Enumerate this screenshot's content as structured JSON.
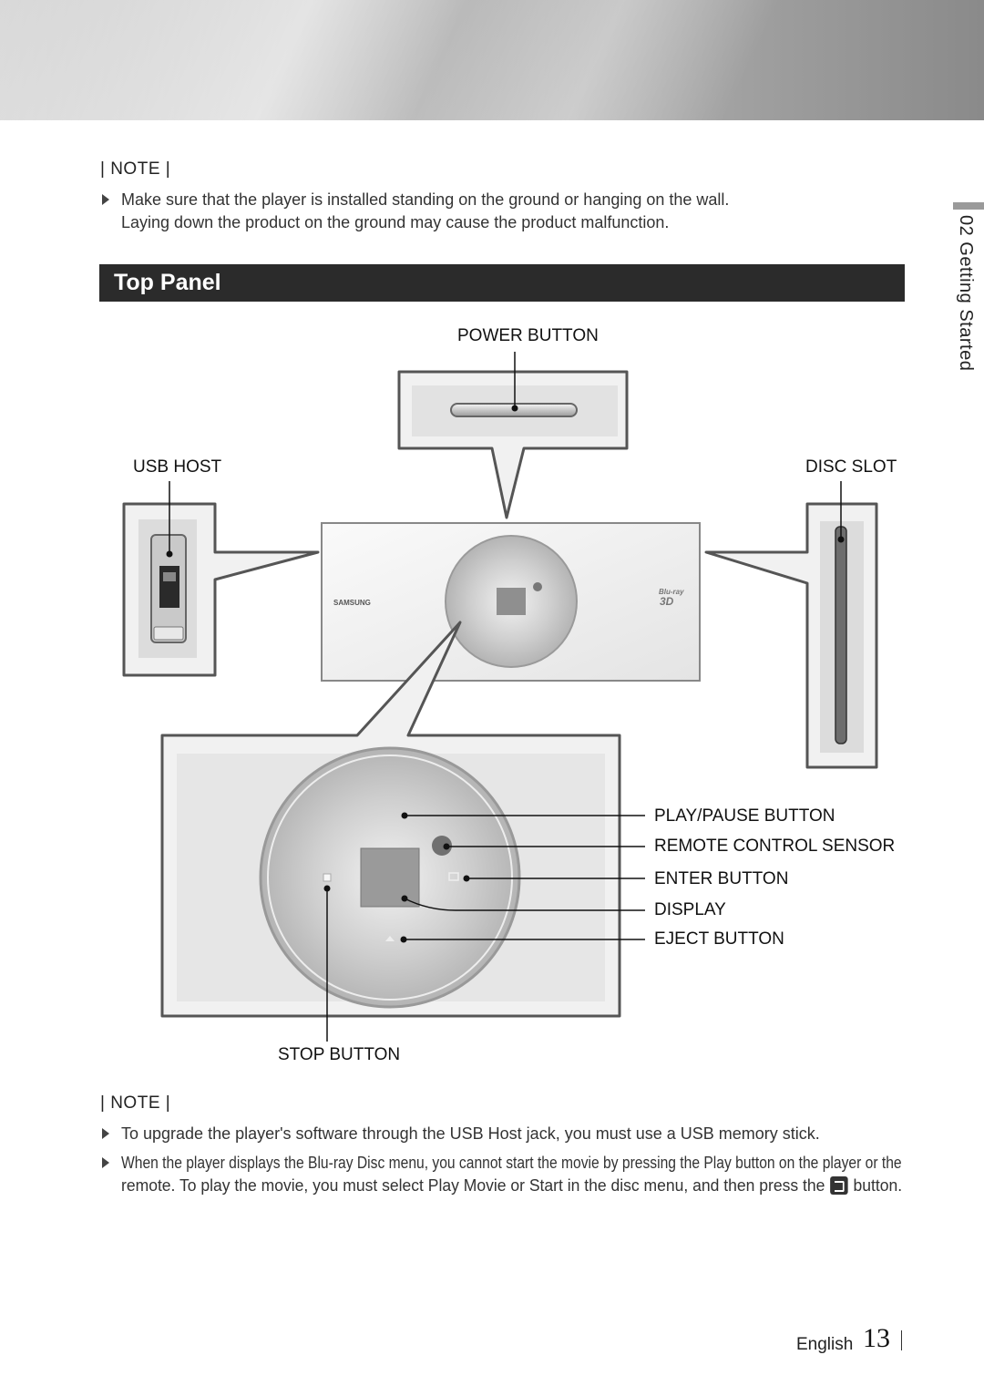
{
  "note_heading": "| NOTE |",
  "note1": {
    "line1": "Make sure that the player is installed standing on the ground or hanging on the wall.",
    "line2": "Laying down the product on the ground may cause the product malfunction."
  },
  "section_title": "Top Panel",
  "side_tab": "02  Getting Started",
  "diagram": {
    "power_button": "POWER BUTTON",
    "usb_host": "USB HOST",
    "disc_slot": "DISC SLOT",
    "play_pause_button": "PLAY/PAUSE BUTTON",
    "remote_control_sensor": "REMOTE CONTROL SENSOR",
    "enter_button": "ENTER BUTTON",
    "display": "DISPLAY",
    "eject_button": "EJECT BUTTON",
    "stop_button": "STOP BUTTON",
    "brand": "SAMSUNG",
    "bluray_logo_line1": "Blu-ray",
    "bluray_logo_line2": "3D"
  },
  "note2": {
    "bullet1": "To upgrade the player's software through the USB Host jack, you must use a USB memory stick.",
    "bullet2_line1": "When the player displays the Blu-ray Disc menu, you cannot start the movie by pressing the Play button on the player or the",
    "bullet2_line2_pre": "remote. To play the movie, you must select Play Movie or Start in the disc menu, and then press the",
    "bullet2_line2_post": "button."
  },
  "footer": {
    "language": "English",
    "page_number": "13"
  }
}
